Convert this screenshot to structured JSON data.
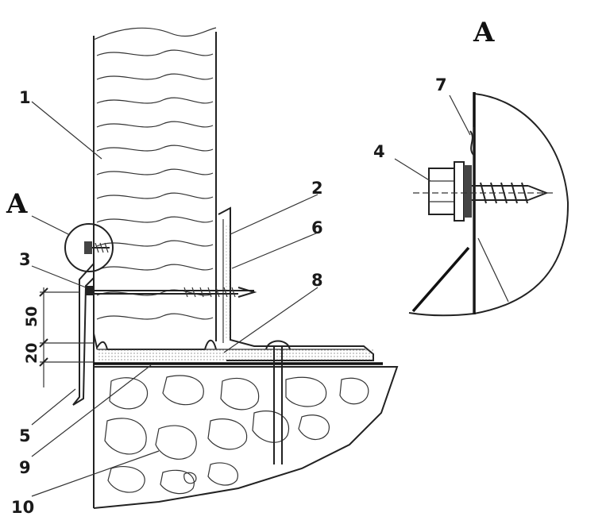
{
  "detail_marker": "A",
  "detail_title": "A",
  "callouts": {
    "c1": "1",
    "c2": "2",
    "c3": "3",
    "c4": "4",
    "c5": "5",
    "c6": "6",
    "c7": "7",
    "c8": "8",
    "c9": "9",
    "c10": "10"
  },
  "dimensions": {
    "d50": "50",
    "d20": "20"
  }
}
